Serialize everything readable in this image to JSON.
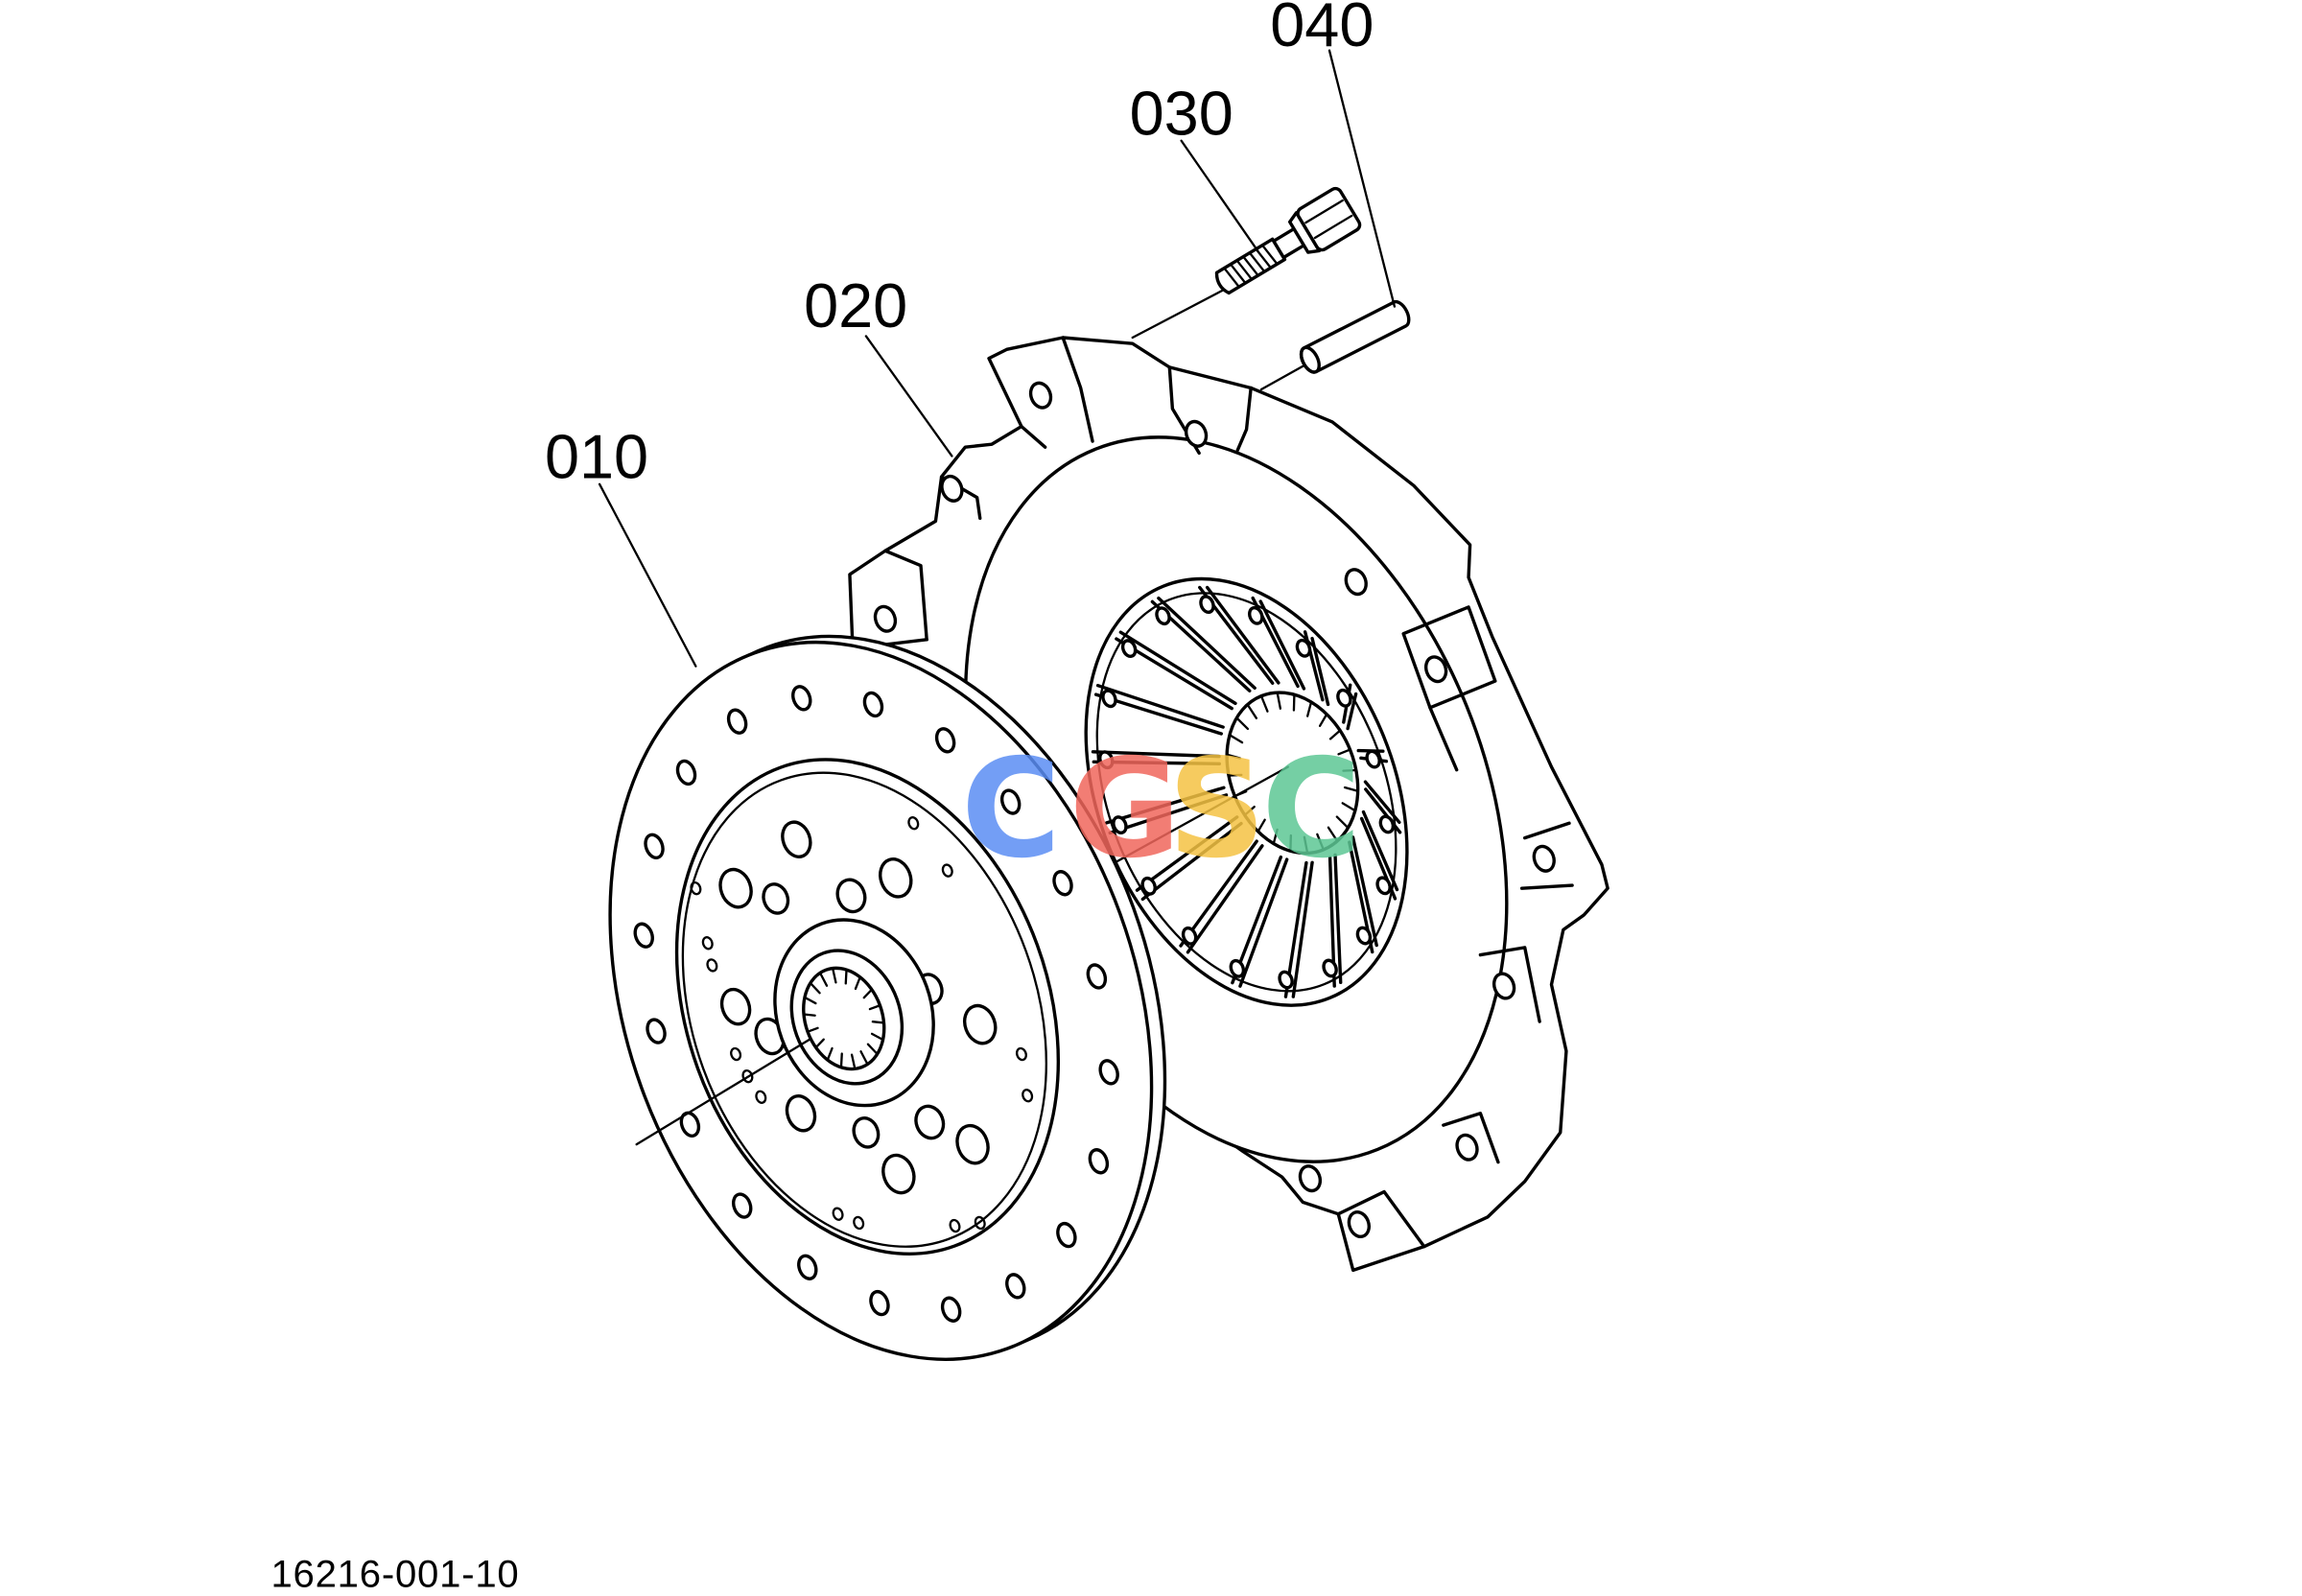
{
  "labels": {
    "part_010": "010",
    "part_020": "020",
    "part_030": "030",
    "part_040": "040"
  },
  "figure_number": "16216-001-10",
  "watermark": {
    "letters": [
      "C",
      "G",
      "S",
      "C"
    ],
    "colors": [
      "#5b8ef4",
      "#f0675c",
      "#f5c344",
      "#5dc795"
    ]
  },
  "colors": {
    "line": "#000000",
    "background": "#ffffff"
  }
}
